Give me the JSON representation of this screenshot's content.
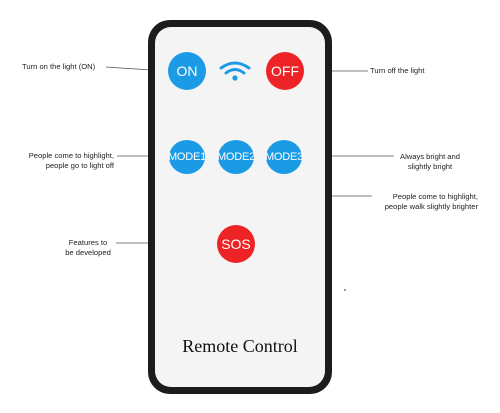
{
  "remote": {
    "label": "Remote Control",
    "buttons": {
      "on": {
        "label": "ON",
        "color": "#1b9be6"
      },
      "off": {
        "label": "OFF",
        "color": "#ee2326"
      },
      "mode1": {
        "label": "MODE1",
        "color": "#1b9be6"
      },
      "mode2": {
        "label": "MODE2",
        "color": "#1b9be6"
      },
      "mode3": {
        "label": "MODE3",
        "color": "#1b9be6"
      },
      "sos": {
        "label": "SOS",
        "color": "#ee2326"
      }
    },
    "signal_icon": "wifi-icon"
  },
  "callouts": {
    "on": {
      "text": "Turn on the light (ON)"
    },
    "off": {
      "text": "Turn off the light"
    },
    "mode1": {
      "line1": "People come to highlight,",
      "line2": "people go to light off"
    },
    "mode2": {
      "line1": "People come to highlight,",
      "line2": "people walk slightly brighter"
    },
    "mode3": {
      "line1": "Always bright and",
      "line2": "slightly bright"
    },
    "sos": {
      "line1": "Features to",
      "line2": "be developed"
    }
  }
}
